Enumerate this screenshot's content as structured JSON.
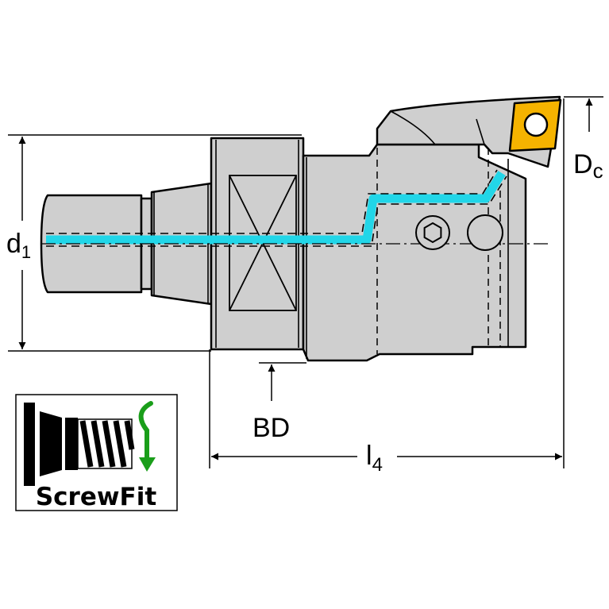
{
  "labels": {
    "d1_main": "d",
    "d1_sub": "1",
    "dc_main": "D",
    "dc_sub": "c",
    "bd": "BD",
    "l4_main": "l",
    "l4_sub": "4"
  },
  "logo": {
    "text": "ScrewFit",
    "arrow_color": "#1a9e1a"
  },
  "colors": {
    "body_fill": "#cfcfcf",
    "coolant": "#22d6e8",
    "insert": "#f5b300",
    "outline": "#000000"
  }
}
